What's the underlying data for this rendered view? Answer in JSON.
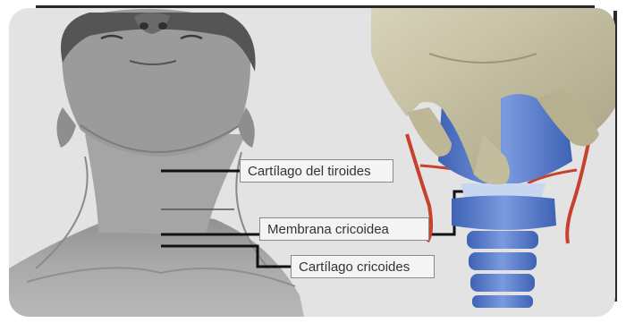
{
  "labels": {
    "thyroid": "Cartílago del tiroides",
    "membrane": "Membrana cricoidea",
    "cricoid": "Cartílago cricoides"
  },
  "colors": {
    "background": "#e3e3e3",
    "skin": "#9a9a9a",
    "cartilage": "#5b7fc9",
    "vessel": "#c8402e",
    "hand": "#c9c3a4",
    "leader": "#111111"
  }
}
